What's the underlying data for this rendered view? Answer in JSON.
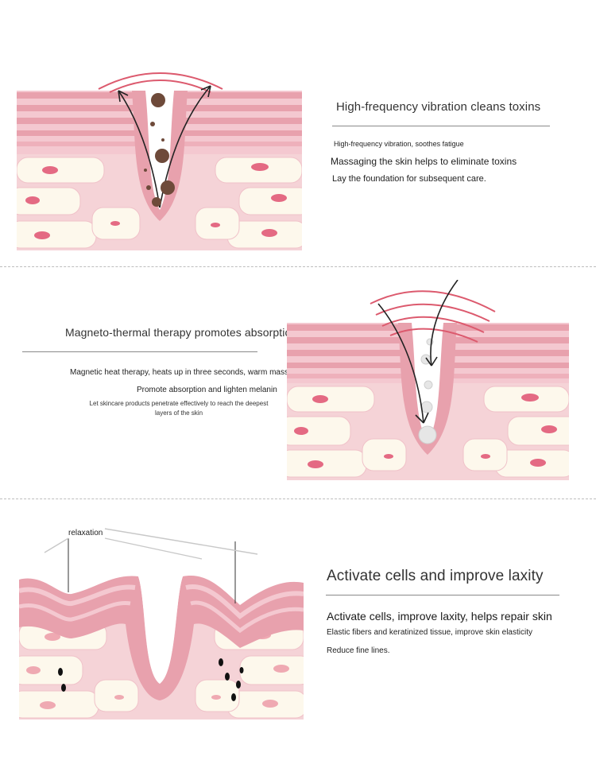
{
  "section1": {
    "title": "High-frequency vibration cleans toxins",
    "line1": "High-frequency vibration, soothes fatigue",
    "line2": "Massaging the skin helps to eliminate toxins",
    "line3": "Lay the foundation for subsequent care."
  },
  "section2": {
    "title": "Magneto-thermal therapy promotes absorption",
    "line1": "Magnetic heat therapy, heats up in three seconds, warm massage",
    "line2": "Promote absorption and lighten melanin",
    "line3a": "Let skincare products penetrate effectively to reach the deepest",
    "line3b": "layers of the skin"
  },
  "section3": {
    "label": "relaxation",
    "title": "Activate cells and improve laxity",
    "line1": "Activate cells, improve laxity, helps repair skin",
    "line2": "Elastic fibers and keratinized tissue, improve skin elasticity",
    "line3": "Reduce fine lines."
  },
  "colors": {
    "dermis_stripe_dark": "#e8a1ad",
    "dermis_stripe_light": "#f4c8d0",
    "tissue_pink": "#f5d3d7",
    "cell_cream": "#fdf8ec",
    "nucleus_red": "#e46a83",
    "wave_red": "#dc5a6e",
    "toxin_brown": "#6e4a3a"
  }
}
